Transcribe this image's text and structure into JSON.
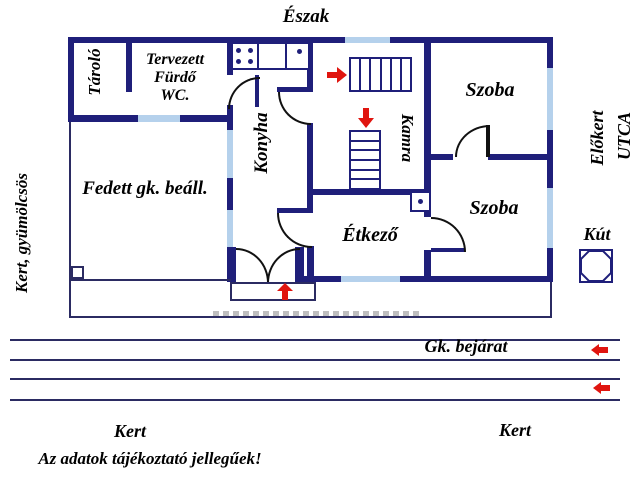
{
  "compass": {
    "north_label": "Észak"
  },
  "rooms": {
    "storage": "Tároló",
    "planned_bath": {
      "line1": "Tervezett",
      "line2": "Fürdő",
      "line3": "WC."
    },
    "kitchen": "Konyha",
    "pantry": "Kamra",
    "room_top": "Szoba",
    "room_bottom": "Szoba",
    "dining": "Étkező",
    "carport": "Fedett gk. beáll."
  },
  "outside": {
    "garden_orchard": "Kert, gyümölcsös",
    "front_garden": "Előkert",
    "street": "UTCA",
    "well": "Kút",
    "car_entrance": "Gk. bejárat",
    "garden_left": "Kert",
    "garden_right": "Kert"
  },
  "disclaimer": "Az adatok tájékoztató jellegűek!",
  "colors": {
    "wall": "#1f1f7a",
    "window": "#b5d1ec",
    "thin_line": "#2b2b62",
    "arrow_red": "#e0150f",
    "text": "#000000",
    "background": "#ffffff"
  },
  "icons": {
    "stove": "stove-burners-icon",
    "sink": "sink-icon",
    "well": "well-octagon-icon",
    "chimney": "chimney-icon",
    "stairs": "staircase-icon",
    "arrows": "direction-arrow-icon"
  }
}
